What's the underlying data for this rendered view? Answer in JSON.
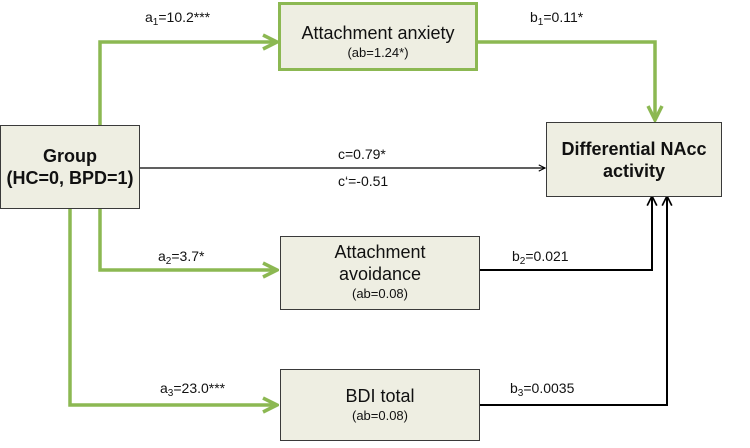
{
  "nodes": {
    "group": {
      "line1": "Group",
      "line2": "(HC=0, BPD=1)"
    },
    "outcome": {
      "line1": "Differential NAcc",
      "line2": "activity"
    },
    "anxiety": {
      "title": "Attachment anxiety",
      "ab": "(ab=1.24*)"
    },
    "avoidance": {
      "line1": "Attachment",
      "line2": "avoidance",
      "ab": "(ab=0.08)"
    },
    "bdi": {
      "title": "BDI total",
      "ab": "(ab=0.08)"
    }
  },
  "paths": {
    "a1": {
      "prefix": "a",
      "sub": "1",
      "value": "=10.2***"
    },
    "a2": {
      "prefix": "a",
      "sub": "2",
      "value": "=3.7*"
    },
    "a3": {
      "prefix": "a",
      "sub": "3",
      "value": "=23.0***"
    },
    "b1": {
      "prefix": "b",
      "sub": "1",
      "value": "=0.11*"
    },
    "b2": {
      "prefix": "b",
      "sub": "2",
      "value": "=0.021"
    },
    "b3": {
      "prefix": "b",
      "sub": "3",
      "value": "=0.0035"
    },
    "c": "c=0.79*",
    "c_prime": "c‘=-0.51"
  },
  "colors": {
    "green_path": "#8cb852",
    "black_path": "#000000",
    "box_fill": "#eeeee2"
  }
}
